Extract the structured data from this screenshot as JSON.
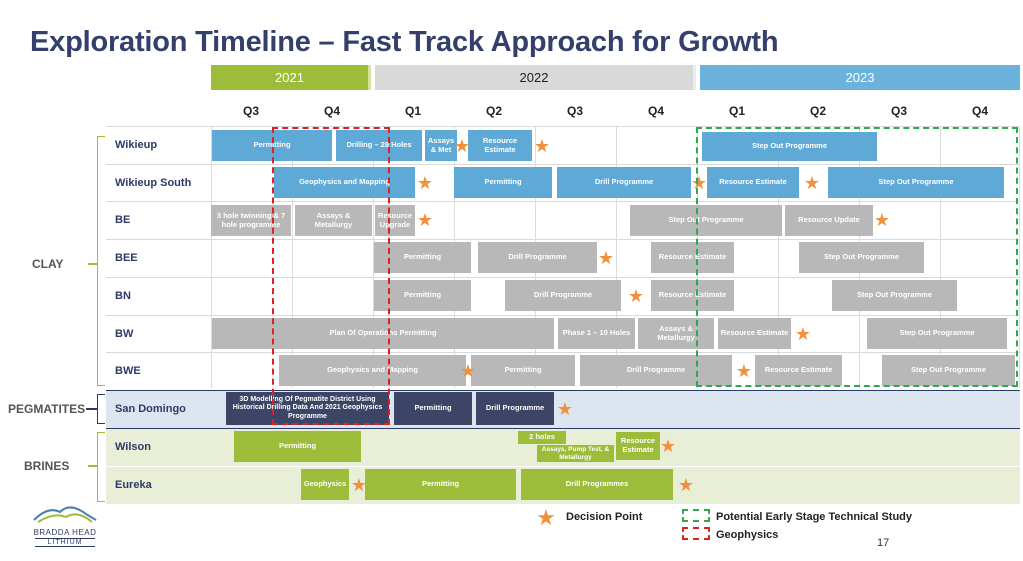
{
  "title": "Exploration Timeline – Fast Track Approach for Growth",
  "years": [
    "2021",
    "2022",
    "2023"
  ],
  "quarters": [
    "Q3",
    "Q4",
    "Q1",
    "Q2",
    "Q3",
    "Q4",
    "Q1",
    "Q2",
    "Q3",
    "Q4"
  ],
  "groups": {
    "clay": "CLAY",
    "pegmatites": "PEGMATITES",
    "brines": "BRINES"
  },
  "rows": [
    "Wikieup",
    "Wikieup South",
    "BE",
    "BEE",
    "BN",
    "BW",
    "BWE",
    "San Domingo",
    "Wilson",
    "Eureka"
  ],
  "bars": {
    "b0": "Permitting",
    "b1": "Drilling – 28 Holes",
    "b2": "Assays & Met",
    "b3": "Resource Estimate",
    "b4": "Step Out Programme",
    "b5": "Geophysics and Mapping",
    "b6": "Permitting",
    "b7": "Drill Programme",
    "b8": "Resource Estimate",
    "b9": "Step Out Programme",
    "b10": "3 hole twinning & 7 hole programme",
    "b11": "Assays & Metallurgy",
    "b12": "Resource Upgrade",
    "b13": "Step Out Programme",
    "b14": "Resource Update",
    "b15": "Permitting",
    "b16": "Drill Programme",
    "b17": "Resource Estimate",
    "b18": "Step Out Programme",
    "b19": "Permitting",
    "b20": "Drill Programme",
    "b21": "Resource Estimate",
    "b22": "Step Out Programme",
    "b23": "Plan Of Operations Permitting",
    "b24": "Phase 1 – 10 Holes",
    "b25": "Assays & Metallurgy",
    "b26": "Resource Estimate",
    "b27": "Step Out Programme",
    "b28": "Geophysics and Mapping",
    "b29": "Permitting",
    "b30": "Drill Programme",
    "b31": "Resource Estimate",
    "b32": "Step Out Programme",
    "b33": "3D Modelling Of Pegmatite District Using Historical Drilling Data And 2021 Geophysics Programme",
    "b34": "Permitting",
    "b35": "Drill Programme",
    "b36": "Permitting",
    "b37": "2 holes",
    "b38": "Assays, Pump Test, & Metallurgy",
    "b39": "Resource Estimate",
    "b40": "Geophysics",
    "b41": "Permitting",
    "b42": "Drill Programmes"
  },
  "legend": {
    "decision": "Decision Point",
    "study": "Potential Early Stage Technical Study",
    "geophysics": "Geophysics"
  },
  "logo": {
    "line1": "BRADDA HEAD",
    "line2": "LITHIUM"
  },
  "page_number": "17",
  "colors": {
    "title": "#34406b",
    "year_2021": "#9cbc3a",
    "year_2022": "#d9d9d9",
    "year_2023": "#6bb3dc",
    "clay_bar": "#5fa9d7",
    "grey_bar": "#b8b8b8",
    "pegmatite_bar": "#3c4565",
    "brine_bar": "#9cbc3a",
    "decision_star": "#f0913d",
    "study_box": "#2fa84f",
    "geophysics_box": "#e02020"
  }
}
